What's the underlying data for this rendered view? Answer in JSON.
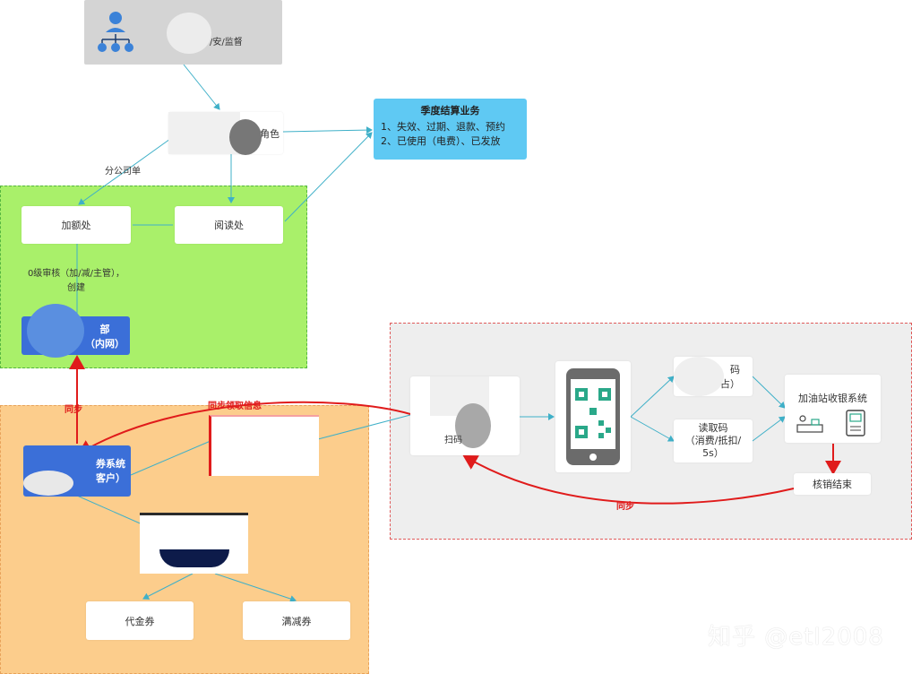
{
  "top_card": {
    "label": "/安/监督"
  },
  "center_node": {
    "label": "角色"
  },
  "info_box": {
    "title": "季度结算业务",
    "line1": "1、失效、过期、退款、预约",
    "line2": "2、已使用（电费）、已发放"
  },
  "labels": {
    "dispatch": "分公司单",
    "manage": "0级审核（加/减/主管），创建",
    "sync_main": "同步",
    "sync_issue": "同步领取信息",
    "sync_bottom": "同步"
  },
  "green": {
    "add_node": "加额处",
    "read_node": "阅读处",
    "blue_card_line1": "部",
    "blue_card_line2": "（内网）"
  },
  "orange": {
    "system_line1": "券系统",
    "system_line2": "客户）",
    "coupon_a": "代金券",
    "coupon_b": "满减券"
  },
  "grey": {
    "phone_label": "扫码",
    "top_right_line1": "码",
    "top_right_line2": "占）",
    "mid_right_line1": "读取码",
    "mid_right_line2": "（消费/抵扣/",
    "mid_right_line3": "5s）",
    "station_label": "加油站收银系统",
    "end_label": "核销结束"
  },
  "colors": {
    "green_zone": "#a9f06a",
    "orange_zone": "#fccd8c",
    "grey_zone": "#eeeeee",
    "blue": "#3b6fd8",
    "cyan": "#5fc9f3",
    "sync_red": "#e01b1b",
    "link_teal": "#3fb0c8"
  },
  "icons": {
    "org_chart": "org-chart-icon",
    "phone": "qr-phone-icon",
    "cashier": "cashier-icon",
    "printer": "printer-icon"
  },
  "watermark": "知乎 @etl2008"
}
